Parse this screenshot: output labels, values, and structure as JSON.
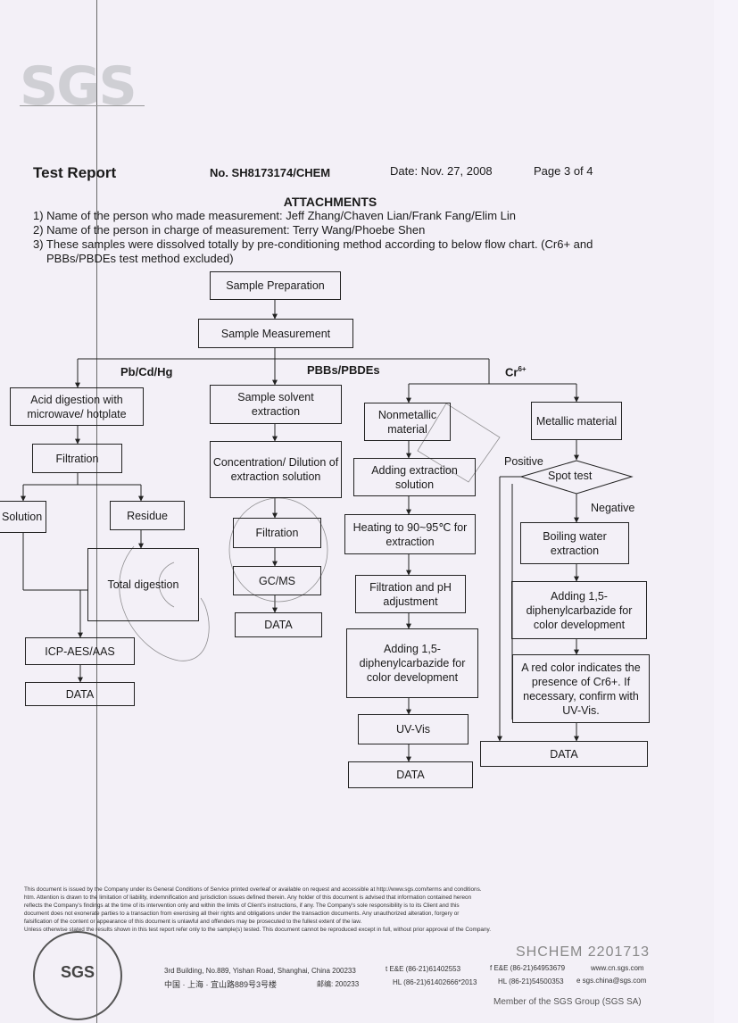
{
  "header": {
    "logo": "SGS",
    "title": "Test Report",
    "report_no": "No. SH8173174/CHEM",
    "date": "Date: Nov. 27, 2008",
    "page": "Page 3 of 4"
  },
  "attachments": {
    "title": "ATTACHMENTS",
    "line1": "1) Name of the person who made measurement: Jeff Zhang/Chaven Lian/Frank Fang/Elim Lin",
    "line2": "2) Name of the person in charge of measurement: Terry Wang/Phoebe Shen",
    "line3a": "3) These samples were dissolved totally by pre-conditioning method according to below flow chart. (Cr6+ and",
    "line3b": "PBBs/PBDEs test method excluded)"
  },
  "flow": {
    "sample_prep": "Sample Preparation",
    "sample_meas": "Sample Measurement",
    "branch_pb": "Pb/Cd/Hg",
    "branch_pbb": "PBBs/PBDEs",
    "branch_cr": "Cr",
    "branch_cr_sup": "6+",
    "acid": "Acid digestion with microwave/ hotplate",
    "filtration1": "Filtration",
    "solution": "Solution",
    "residue": "Residue",
    "total_digestion": "Total digestion",
    "icp": "ICP-AES/AAS",
    "data1": "DATA",
    "solvent": "Sample solvent extraction",
    "concentration": "Concentration/ Dilution of extraction solution",
    "filtration2": "Filtration",
    "gcms": "GC/MS",
    "data2": "DATA",
    "nonmetallic": "Nonmetallic material",
    "adding_extraction": "Adding extraction solution",
    "heating": "Heating to 90~95℃ for extraction",
    "filtration_ph": "Filtration and pH adjustment",
    "adding_dpc1": "Adding 1,5- diphenylcarbazide for color development",
    "uvvis": "UV-Vis",
    "data3": "DATA",
    "metallic": "Metallic material",
    "positive": "Positive",
    "spot": "Spot test",
    "negative": "Negative",
    "boiling": "Boiling water extraction",
    "adding_dpc2": "Adding 1,5- diphenylcarbazide for color development",
    "red_color": "A red color indicates the presence of Cr6+. If necessary, confirm with UV-Vis.",
    "data4": "DATA"
  },
  "footer": {
    "disclaimer1": "This document is issued by the Company under its General Conditions of Service printed overleaf or available on request and accessible at http://www.sgs.com/terms and conditions.",
    "disclaimer2": "htm. Attention is drawn to the limitation of liability, indemnification and jurisdiction issues defined therein. Any holder of this document is advised that information contained hereon",
    "disclaimer3": "reflects the Company's findings at the time of its intervention only and within the limits of Client's instructions, if any. The Company's sole responsibility is to its Client and this",
    "disclaimer4": "document does not exonerate parties to a transaction from exercising all their rights and obligations under the transaction documents. Any unauthorized alteration, forgery or",
    "disclaimer5": "falsification of the content or appearance of this document is unlawful and offenders may be prosecuted to the fullest extent of the law.",
    "disclaimer6": "Unless otherwise stated the results shown in this test report refer only to the sample(s) tested. This document cannot be reproduced except in full, without prior approval of the Company.",
    "stamp": "SGS",
    "doc_code": "SHCHEM 2201713",
    "addr_en": "3rd Building, No.889, Yishan Road, Shanghai, China 200233",
    "addr_cn": "中国 · 上海 · 宜山路889号3号楼",
    "postcode": "邮编: 200233",
    "tel1": "t E&E (86-21)61402553",
    "tel2": "HL (86-21)61402666*2013",
    "fax1": "f E&E (86-21)64953679",
    "fax2": "HL (86-21)54500353",
    "web": "www.cn.sgs.com",
    "email": "e  sgs.china@sgs.com",
    "member": "Member of the SGS Group (SGS SA)"
  }
}
